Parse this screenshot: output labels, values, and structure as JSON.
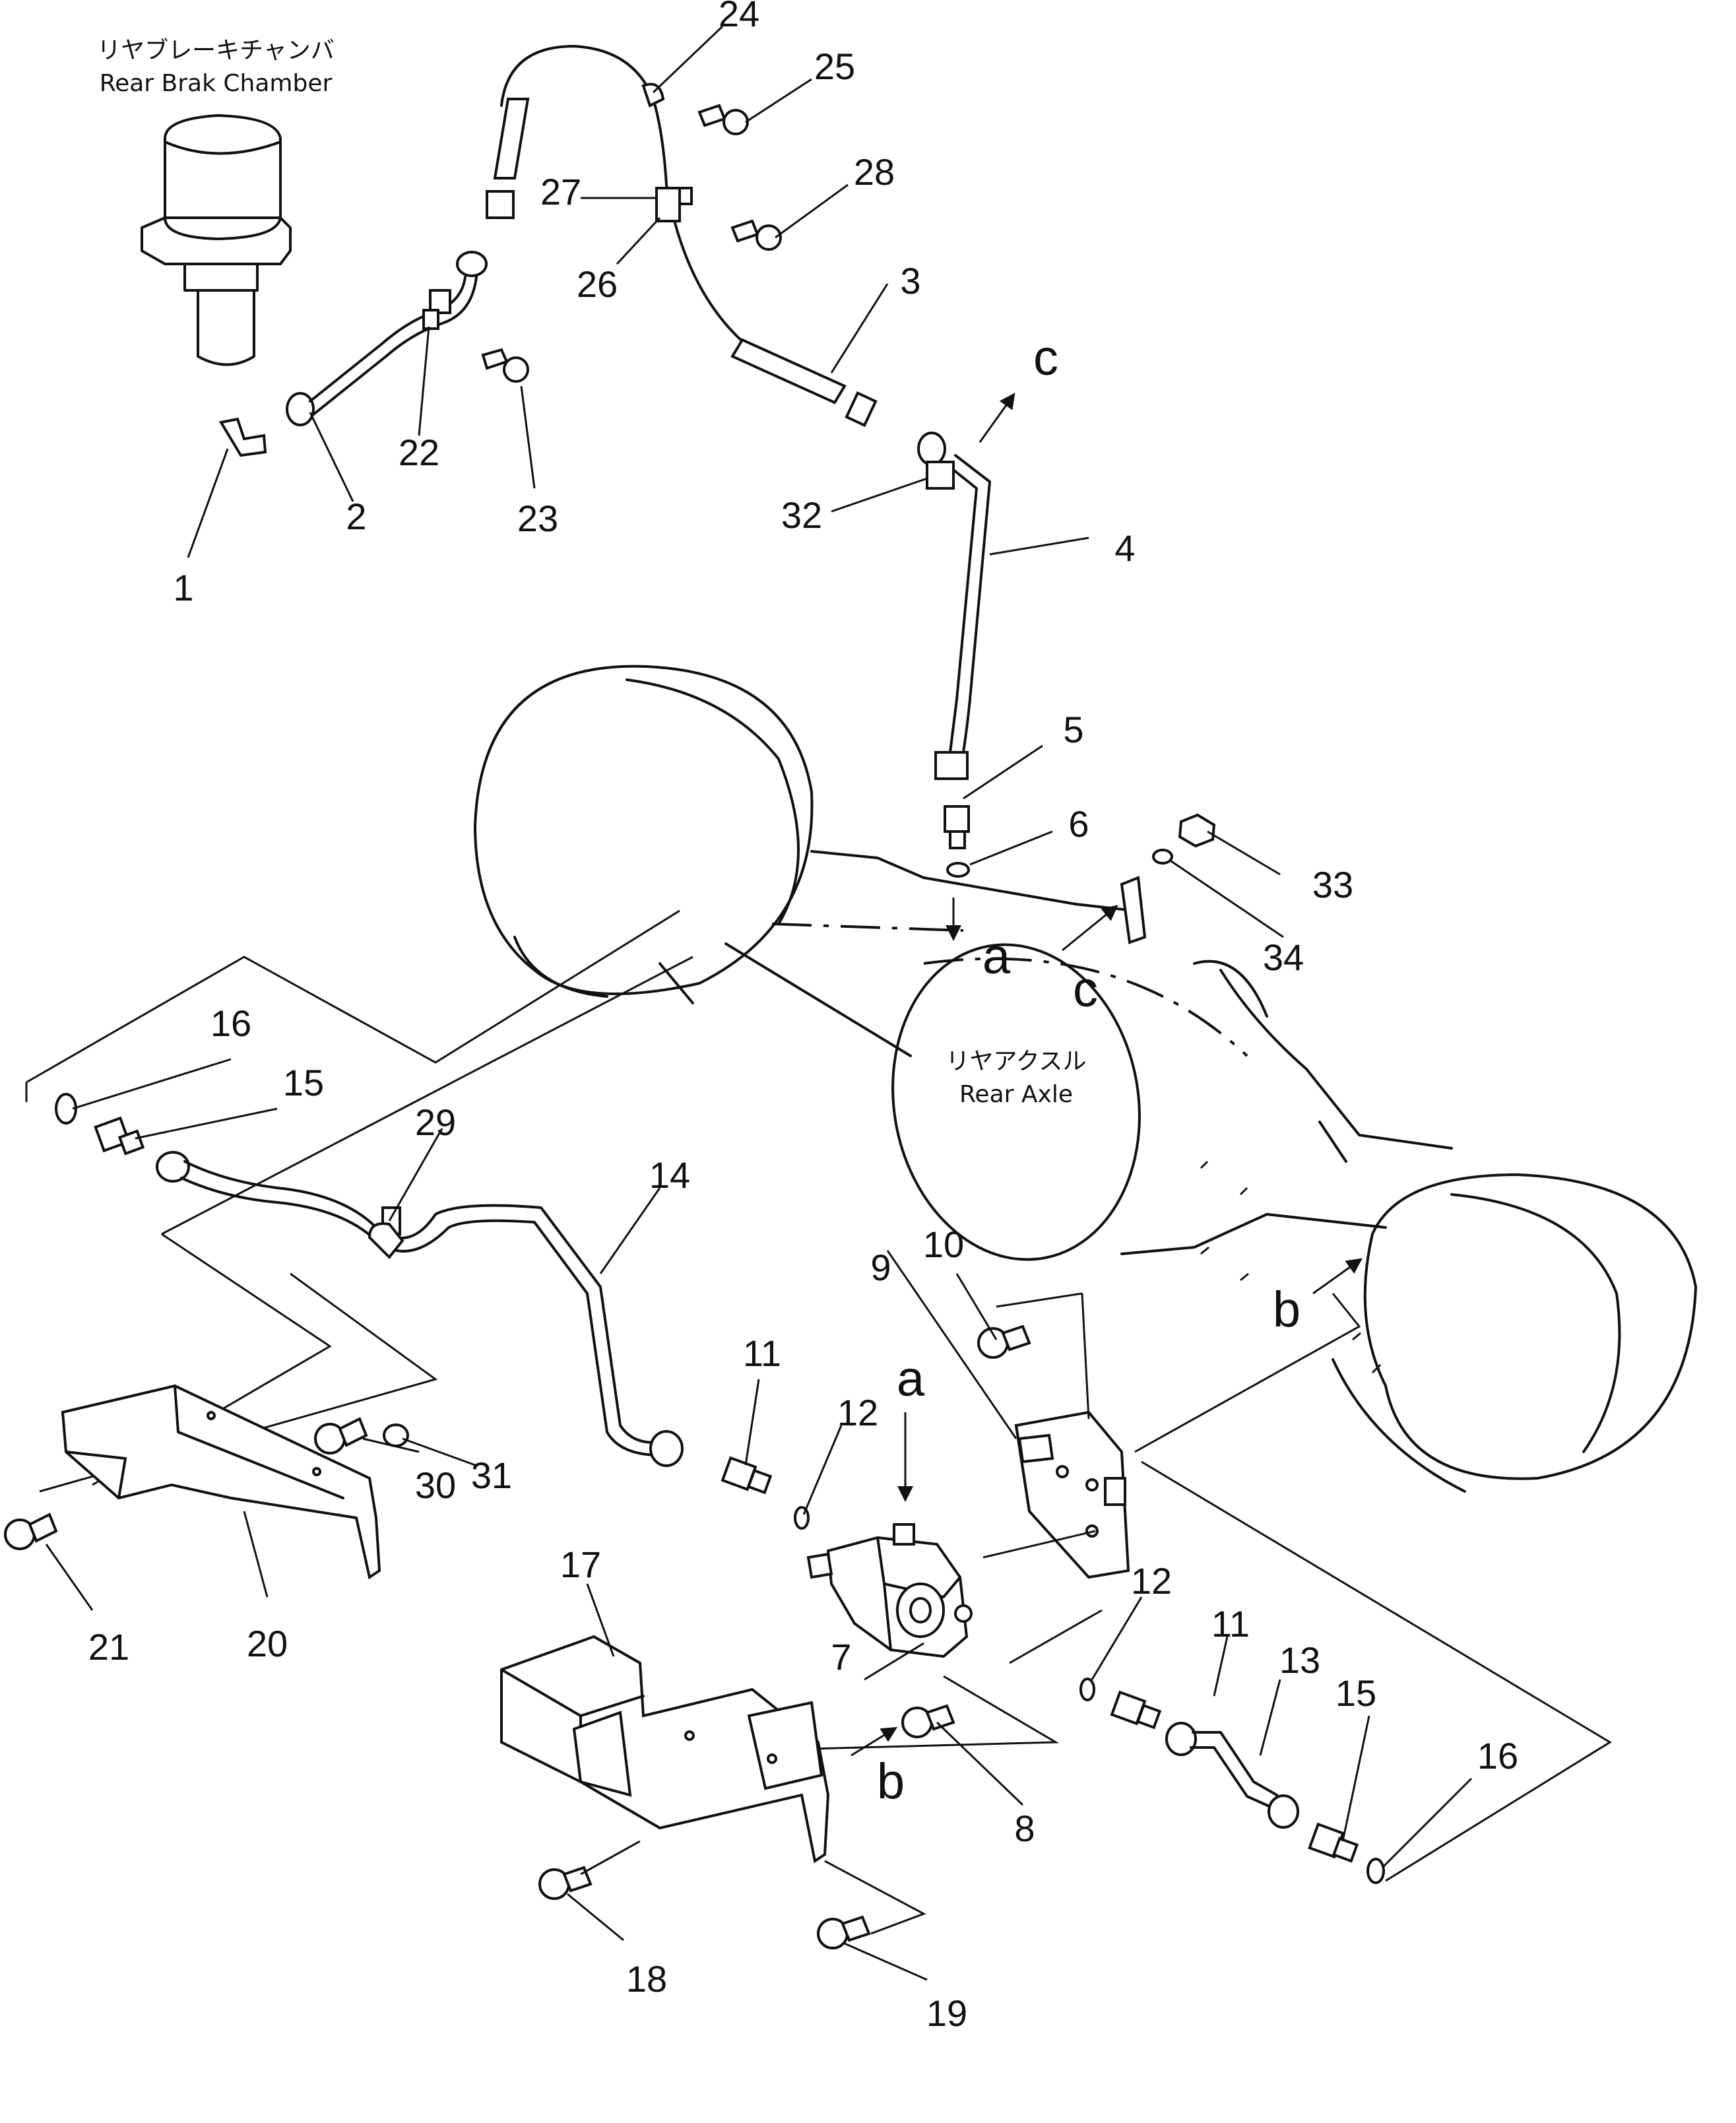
{
  "labels": {
    "rear_brake_chamber_jp": "リヤブレーキチャンバ",
    "rear_brake_chamber_en": "Rear Brak Chamber",
    "rear_axle_jp": "リヤアクスル",
    "rear_axle_en": "Rear Axle"
  },
  "view_markers": [
    "a",
    "a",
    "b",
    "b",
    "c",
    "c"
  ],
  "callouts": [
    "1",
    "2",
    "3",
    "4",
    "5",
    "6",
    "7",
    "8",
    "9",
    "10",
    "11",
    "11",
    "12",
    "12",
    "13",
    "14",
    "15",
    "15",
    "16",
    "16",
    "17",
    "18",
    "19",
    "20",
    "21",
    "22",
    "23",
    "24",
    "25",
    "26",
    "27",
    "28",
    "29",
    "30",
    "31",
    "32",
    "33",
    "34"
  ]
}
